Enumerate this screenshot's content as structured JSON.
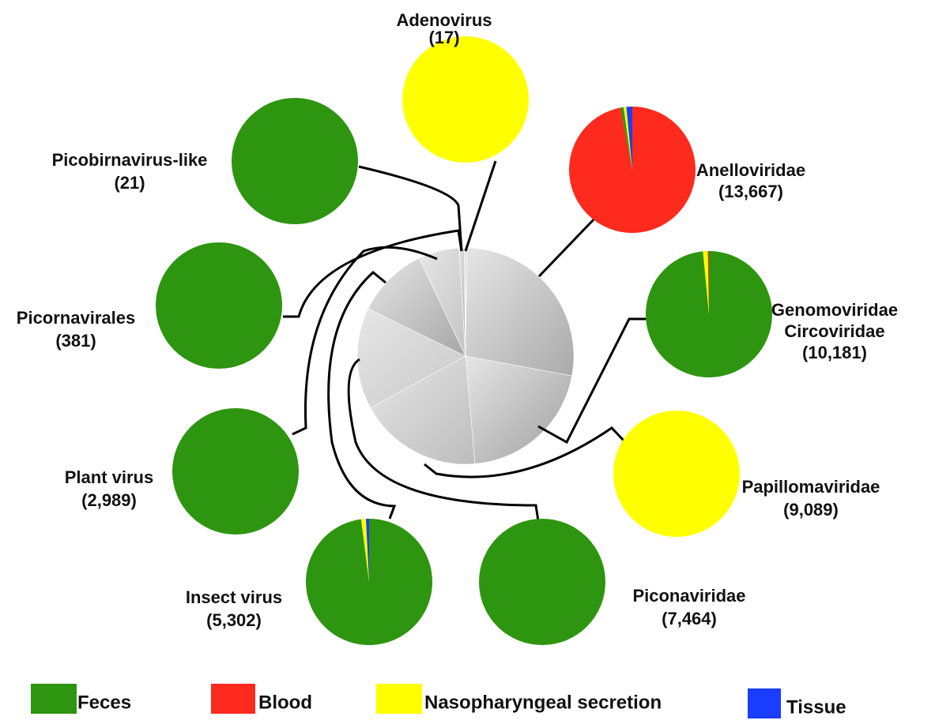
{
  "chart_data": {
    "type": "pie",
    "colors": {
      "feces": "#2e9510",
      "blood": "#ff2a1e",
      "nasopharyngeal": "#ffff00",
      "tissue": "#1a3dff",
      "center_shades": [
        "#7a7a7a",
        "#aaaaaa",
        "#9e9e9e",
        "#bdbdbd",
        "#c8c8c8",
        "#a6a6a6",
        "#c4c4c4",
        "#b2b2b2",
        "#d0d0d0"
      ]
    },
    "center_pie": {
      "slices": [
        {
          "category": "Adenovirus",
          "value": 17
        },
        {
          "category": "Anelloviridae",
          "value": 13667
        },
        {
          "category": "Genomoviridae Circoviridae",
          "value": 10181
        },
        {
          "category": "Papillomaviridae",
          "value": 9089
        },
        {
          "category": "Piconaviridae",
          "value": 7464
        },
        {
          "category": "Insect virus",
          "value": 5302
        },
        {
          "category": "Plant virus",
          "value": 2989
        },
        {
          "category": "Picornavirales",
          "value": 381
        },
        {
          "category": "Picobirnavirus-like",
          "value": 21
        }
      ]
    },
    "groups": [
      {
        "name_lines": [
          "Adenovirus",
          "(17)"
        ],
        "count": 17,
        "composition": [
          {
            "sample": "nasopharyngeal",
            "fraction": 1.0
          }
        ]
      },
      {
        "name_lines": [
          "Anelloviridae",
          "(13,667)"
        ],
        "count": 13667,
        "composition": [
          {
            "sample": "blood",
            "fraction": 0.97
          },
          {
            "sample": "feces",
            "fraction": 0.008
          },
          {
            "sample": "nasopharyngeal",
            "fraction": 0.007
          },
          {
            "sample": "tissue",
            "fraction": 0.015
          }
        ]
      },
      {
        "name_lines": [
          "Genomoviridae",
          "Circoviridae",
          "(10,181)"
        ],
        "count": 10181,
        "composition": [
          {
            "sample": "feces",
            "fraction": 0.985
          },
          {
            "sample": "nasopharyngeal",
            "fraction": 0.012
          },
          {
            "sample": "blood",
            "fraction": 0.003
          }
        ]
      },
      {
        "name_lines": [
          "Papillomaviridae",
          "(9,089)"
        ],
        "count": 9089,
        "composition": [
          {
            "sample": "nasopharyngeal",
            "fraction": 1.0
          }
        ]
      },
      {
        "name_lines": [
          "Piconaviridae",
          "(7,464)"
        ],
        "count": 7464,
        "composition": [
          {
            "sample": "feces",
            "fraction": 1.0
          }
        ]
      },
      {
        "name_lines": [
          "Insect virus",
          "(5,302)"
        ],
        "count": 5302,
        "composition": [
          {
            "sample": "feces",
            "fraction": 0.98
          },
          {
            "sample": "nasopharyngeal",
            "fraction": 0.012
          },
          {
            "sample": "tissue",
            "fraction": 0.008
          }
        ]
      },
      {
        "name_lines": [
          "Plant virus",
          "(2,989)"
        ],
        "count": 2989,
        "composition": [
          {
            "sample": "feces",
            "fraction": 1.0
          }
        ]
      },
      {
        "name_lines": [
          "Picornavirales",
          "(381)"
        ],
        "count": 381,
        "composition": [
          {
            "sample": "feces",
            "fraction": 1.0
          }
        ]
      },
      {
        "name_lines": [
          "Picobirnavirus-like",
          "(21)"
        ],
        "count": 21,
        "composition": [
          {
            "sample": "feces",
            "fraction": 1.0
          }
        ]
      }
    ],
    "legend": [
      {
        "key": "feces",
        "label": "Feces"
      },
      {
        "key": "blood",
        "label": "Blood"
      },
      {
        "key": "nasopharyngeal",
        "label": "Nasopharyngeal secretion"
      },
      {
        "key": "tissue",
        "label": "Tissue"
      }
    ],
    "legend_position": "bottom"
  }
}
